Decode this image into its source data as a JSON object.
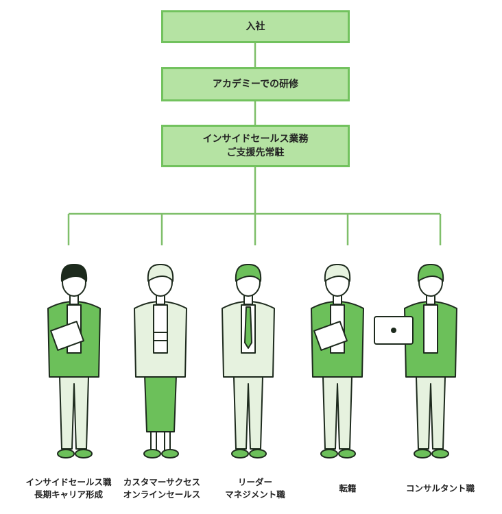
{
  "flow": {
    "step1": "入社",
    "step2": "アカデミーでの研修",
    "step3_line1": "インサイドセールス業務",
    "step3_line2": "ご支援先常駐"
  },
  "careers": [
    {
      "line1": "インサイドセールス職",
      "line2": "長期キャリア形成"
    },
    {
      "line1": "カスタマーサクセス",
      "line2": "オンラインセールス"
    },
    {
      "line1": "リーダー",
      "line2": "マネジメント職"
    },
    {
      "line1": "転籍",
      "line2": ""
    },
    {
      "line1": "コンサルタント職",
      "line2": ""
    }
  ],
  "colors": {
    "box_fill": "#b5e3a3",
    "box_border": "#72c25e",
    "accent": "#5cb85c",
    "line": "#7fbf6a"
  }
}
